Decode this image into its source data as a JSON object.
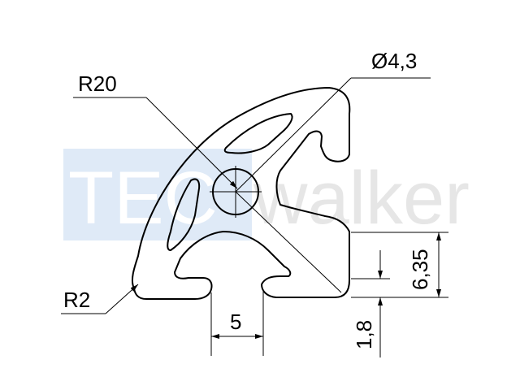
{
  "drawing": {
    "watermark": {
      "part1": "TEC",
      "part2": "walker",
      "box_color": "#dfeaf7",
      "text_color": "#e6e6e6"
    },
    "line_color": "#000000",
    "labels": {
      "hole_diameter": "Ø4,3",
      "outer_radius": "R20",
      "corner_radius": "R2",
      "slot_width": "5",
      "slot_depth": "1,8",
      "slot_height": "6,35"
    }
  }
}
